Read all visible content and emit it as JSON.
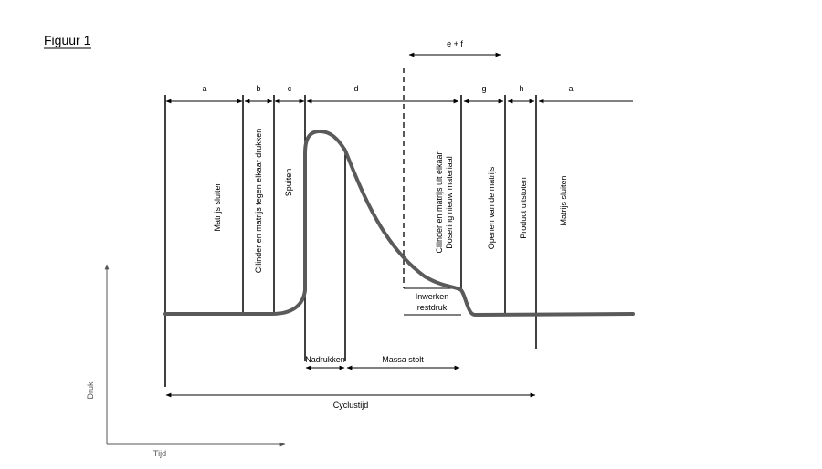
{
  "figure_title": "Figuur 1",
  "phase_letters": [
    "a",
    "b",
    "c",
    "d",
    "g",
    "h",
    "a"
  ],
  "overlap_label": "e + f",
  "phase_texts": {
    "matrijs_sluiten_1": "Matrijs sluiten",
    "cilinder_tegen_1": "Cilinder en matrijs tegen elkaar drukken",
    "spuiten": "Spuiten",
    "cilinder_uit_1": "Cilinder en matrijs uit elkaar",
    "cilinder_uit_2": "Dosering nieuw materiaal",
    "openen": "Openen van de matrijs",
    "uitstoten": "Product uitstoten",
    "matrijs_sluiten_2": "Matrijs sluiten"
  },
  "inwerken_1": "Inwerken",
  "inwerken_2": "restdruk",
  "nadrukken": "Nadrukken",
  "massa_stolt": "Massa stolt",
  "cyclustijd": "Cyclustijd",
  "y_axis": "Druk",
  "x_axis": "Tijd"
}
